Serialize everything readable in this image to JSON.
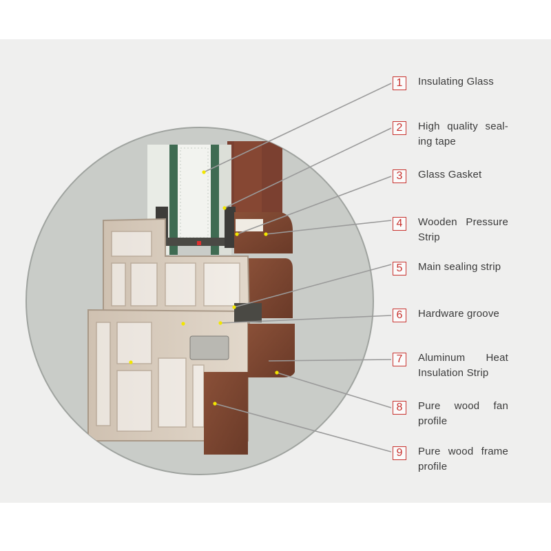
{
  "callouts": [
    {
      "number": "1",
      "label": "Insulating Glass"
    },
    {
      "number": "2",
      "label": "High quality seal-ing tape"
    },
    {
      "number": "3",
      "label": "Glass Gasket"
    },
    {
      "number": "4",
      "label": "Wooden Pressure Strip"
    },
    {
      "number": "5",
      "label": "Main sealing strip"
    },
    {
      "number": "6",
      "label": "Hardware groove"
    },
    {
      "number": "7",
      "label": "Aluminum Heat Insulation Strip"
    },
    {
      "number": "8",
      "label": "Pure wood fan profile"
    },
    {
      "number": "9",
      "label": "Pure wood frame profile"
    }
  ],
  "colors": {
    "panel_background": "#efefee",
    "circle_fill": "#c9ccc8",
    "pvc_profile": "#d8ccbe",
    "wood": "#7a4632",
    "glass": "#dfe7df",
    "gasket": "#3d3c39",
    "marker_dot": "#f2e600",
    "leader_line": "#9a9a9a",
    "number_box": "#c8322e"
  }
}
